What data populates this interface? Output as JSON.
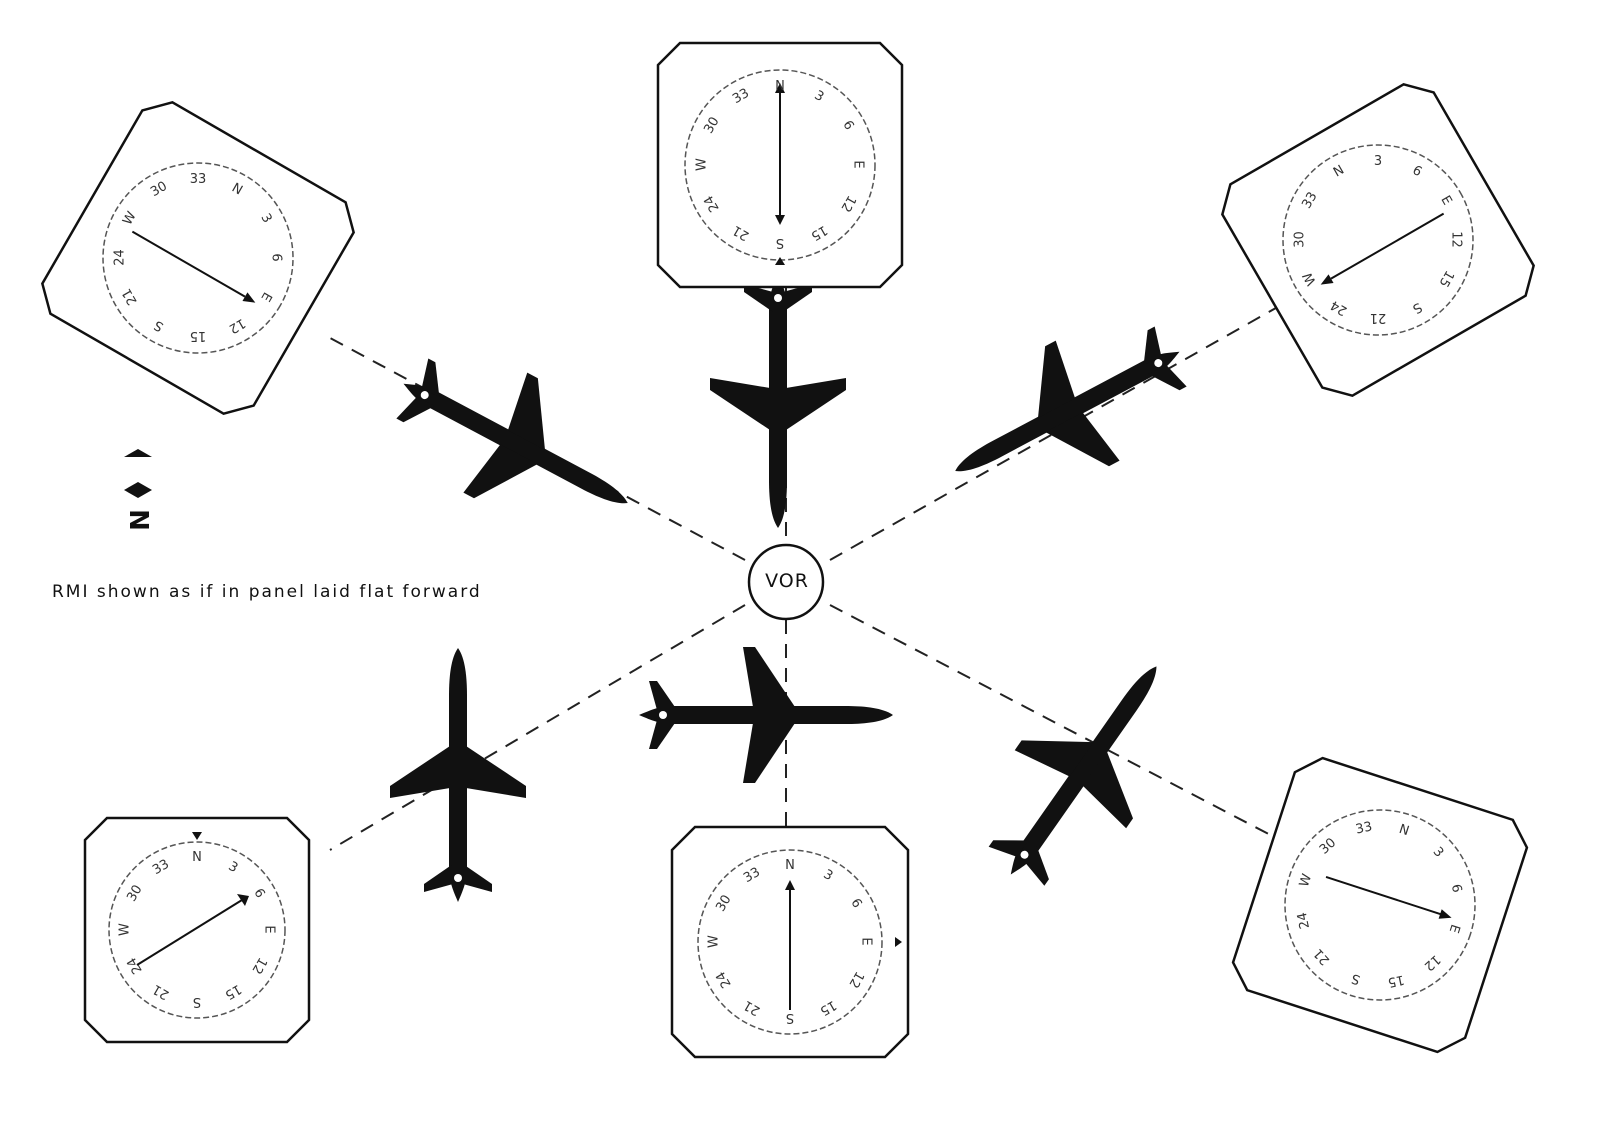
{
  "diagram": {
    "station_label": "VOR",
    "caption": "RMI shown as if in panel laid flat forward",
    "north_label": "N",
    "colors": {
      "ink": "#111111",
      "paper": "#ffffff",
      "dial": "#555555"
    },
    "dial_scale": [
      "N",
      "3",
      "6",
      "E",
      "12",
      "15",
      "S",
      "21",
      "24",
      "W",
      "30",
      "33"
    ]
  }
}
